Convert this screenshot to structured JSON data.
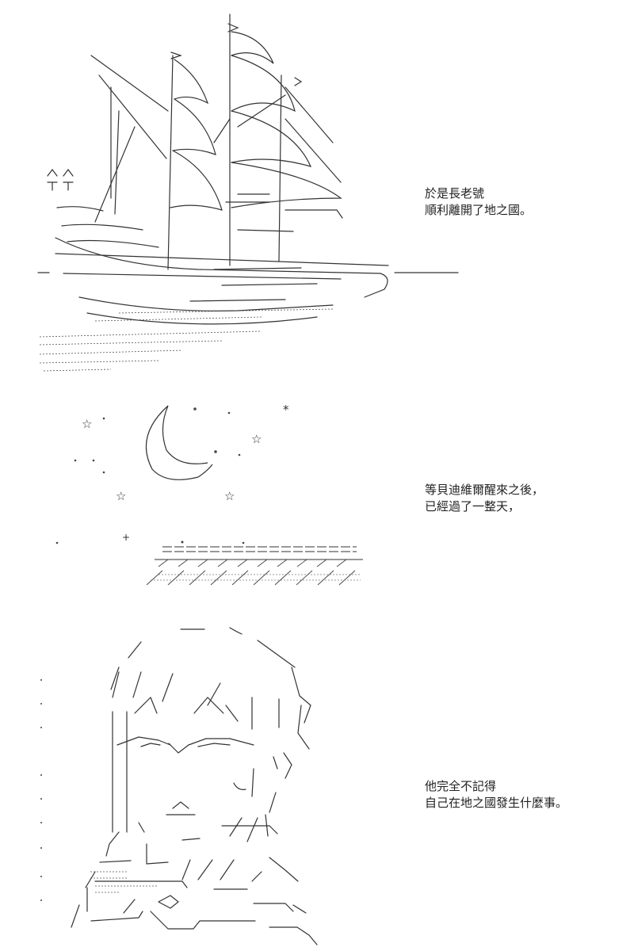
{
  "panels": [
    {
      "id": "ship",
      "caption_lines": [
        "於是長老號",
        "順利離開了地之國。"
      ]
    },
    {
      "id": "night",
      "caption_lines": [
        "等貝迪維爾醒來之後，",
        "已經過了一整天，"
      ]
    },
    {
      "id": "boy",
      "caption_lines": [
        "他完全不記得",
        "自己在地之國發生什麼事。"
      ]
    }
  ],
  "colors": {
    "ink": "#333333",
    "background": "#ffffff"
  },
  "icons": [
    "sailing-ship-icon",
    "crescent-moon-icon",
    "star-icon",
    "boy-face-icon"
  ]
}
